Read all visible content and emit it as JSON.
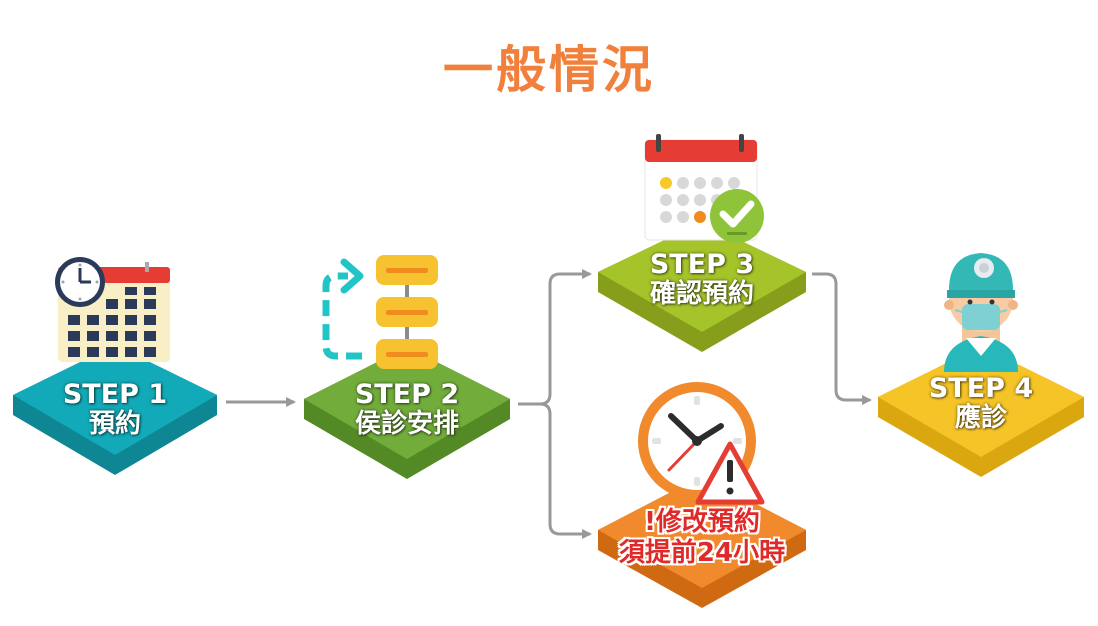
{
  "title": "一般情況",
  "steps": [
    {
      "step": "STEP 1",
      "label": "預約",
      "color": "#12aab8"
    },
    {
      "step": "STEP 2",
      "label": "侯診安排",
      "color": "#72ad3c"
    },
    {
      "step": "STEP 3",
      "label": "確認預約",
      "color": "#a5c42a"
    },
    {
      "step": "STEP 4",
      "label": "應診",
      "color": "#f5c427"
    }
  ],
  "warning": {
    "line1": "!修改預約",
    "line2": "須提前24小時",
    "color": "#f08a2c",
    "text_color": "#e02a2a"
  },
  "icons": [
    "clock-calendar-icon",
    "server-sync-icon",
    "calendar-check-icon",
    "doctor-icon",
    "alarm-clock-warning-icon"
  ],
  "colors": {
    "title": "#f0803c",
    "connector": "#999999"
  }
}
